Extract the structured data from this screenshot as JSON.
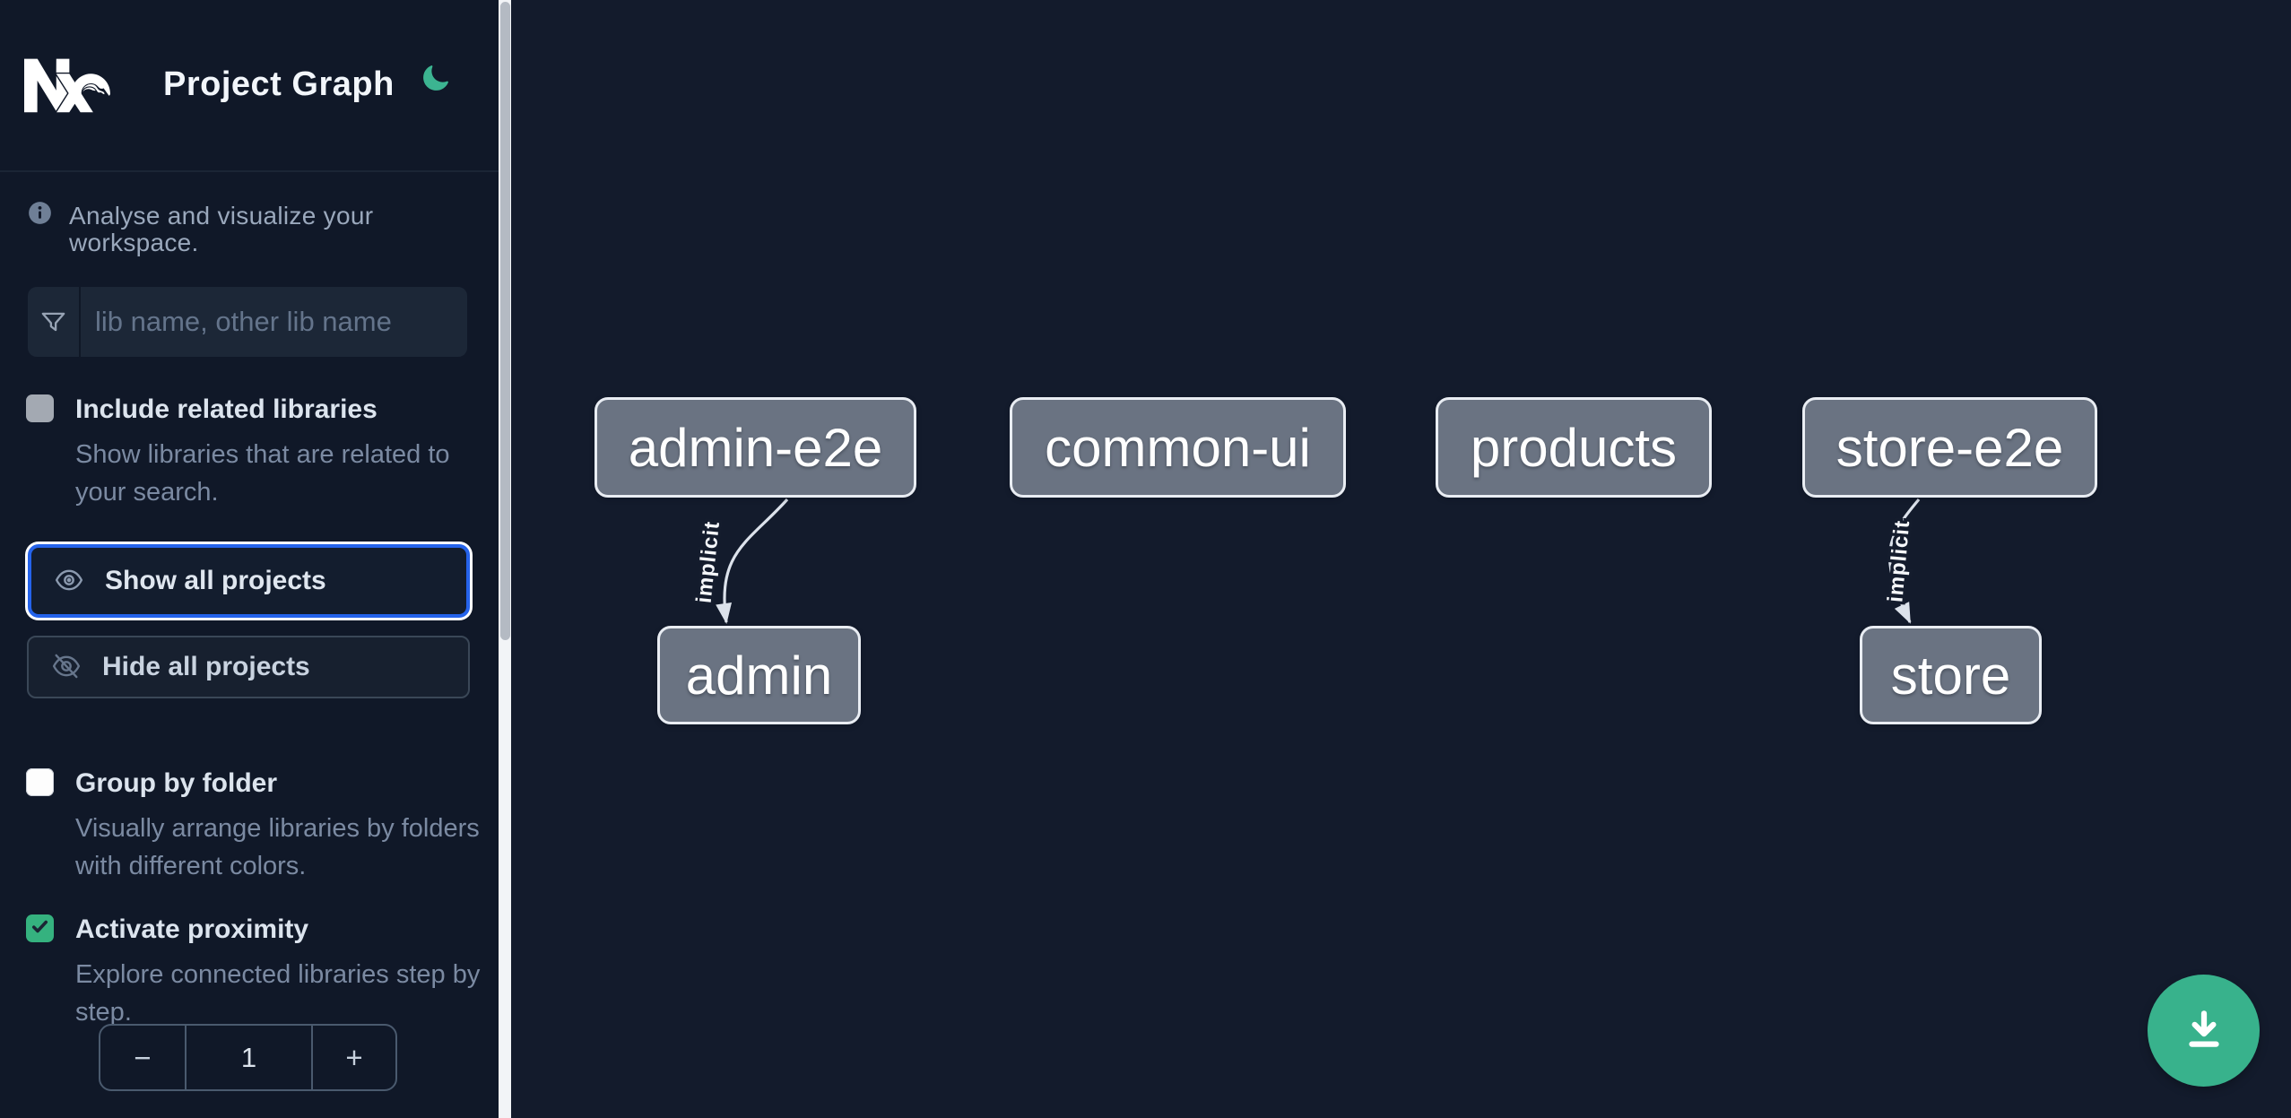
{
  "app": {
    "title": "Project Graph",
    "logo": "nx-logo",
    "theme_toggle_icon": "moon-icon"
  },
  "colors": {
    "sidebar_bg": "#101828",
    "canvas_bg": "#131b2c",
    "focus_blue": "#2563eb",
    "green_accent": "#38b28c",
    "checkbox_green": "#35b27f",
    "node_fill": "#6a7382",
    "node_border": "#e9edf3",
    "edge": "#dce2eb"
  },
  "sidebar": {
    "tagline": "Analyse and visualize your workspace.",
    "search": {
      "placeholder": "lib name, other lib name",
      "value": "",
      "icon": "filter-funnel-icon"
    },
    "options": [
      {
        "label": "Include related libraries",
        "description": "Show libraries that are related to your search.",
        "checked": false,
        "checkbox_style": "gray"
      },
      {
        "label": "Group by folder",
        "description": "Visually arrange libraries by folders with different colors.",
        "checked": false,
        "checkbox_style": "white"
      },
      {
        "label": "Activate proximity",
        "description": "Explore connected libraries step by step.",
        "checked": true,
        "checkbox_style": "green"
      }
    ],
    "buttons": {
      "show_all": "Show all projects",
      "hide_all": "Hide all projects"
    },
    "stepper": {
      "decrement": "−",
      "value": "1",
      "increment": "+"
    }
  },
  "graph": {
    "nodes": [
      {
        "id": "admin-e2e",
        "label": "admin-e2e"
      },
      {
        "id": "common-ui",
        "label": "common-ui"
      },
      {
        "id": "products",
        "label": "products"
      },
      {
        "id": "store-e2e",
        "label": "store-e2e"
      },
      {
        "id": "admin",
        "label": "admin"
      },
      {
        "id": "store",
        "label": "store"
      }
    ],
    "edges": [
      {
        "source": "admin-e2e",
        "target": "admin",
        "label": "implicit"
      },
      {
        "source": "store-e2e",
        "target": "store",
        "label": "implicit"
      }
    ]
  },
  "fab": {
    "icon": "download-icon"
  }
}
